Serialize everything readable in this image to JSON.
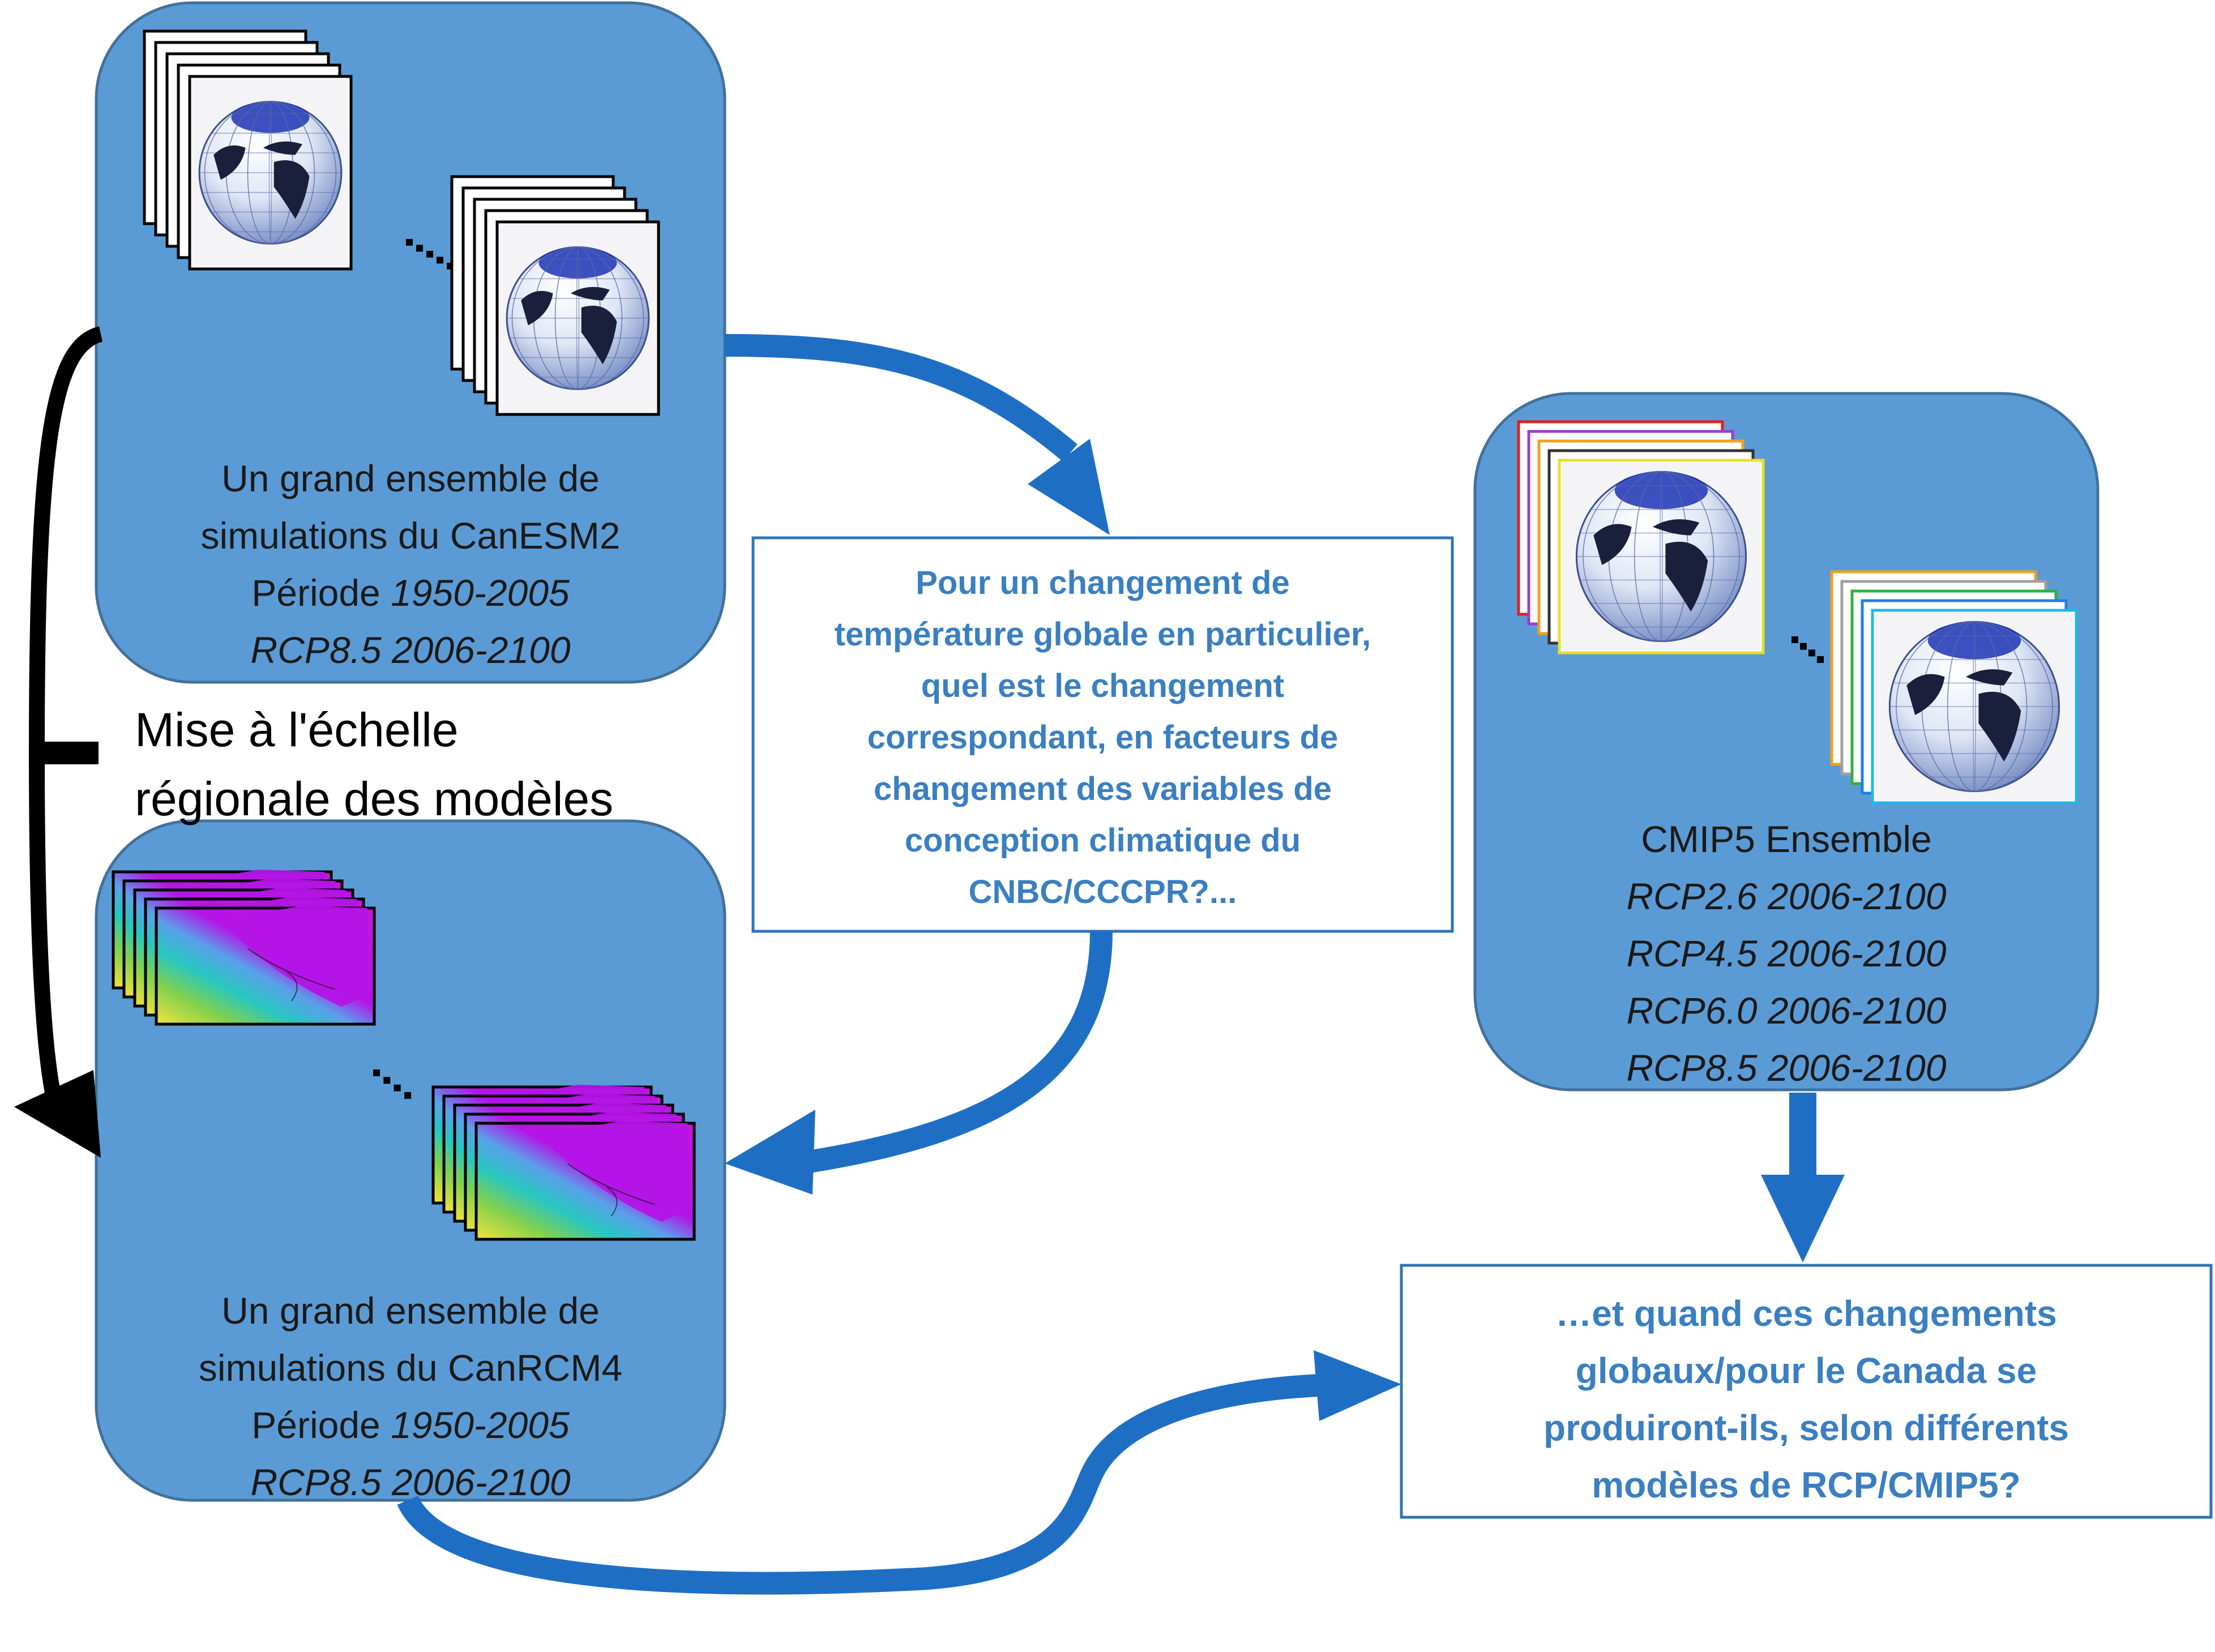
{
  "colors": {
    "panel_fill": "#5b9bd5",
    "panel_border": "#41719c",
    "arrow_blue": "#1e6fc4",
    "question_text": "#3a7fc1",
    "map_magenta": "#b414e6"
  },
  "icons": [
    "globe-icon",
    "regional-map-icon",
    "ellipsis-dots"
  ],
  "canesm2_panel": {
    "line1": "Un grand ensemble de",
    "line2": "simulations du CanESM2",
    "period_label": "Période",
    "period_years": "1950-2005",
    "rcp": "RCP8.5 2006-2100"
  },
  "canrcm4_panel": {
    "line1": "Un grand ensemble de",
    "line2": "simulations du CanRCM4",
    "period_label": "Période",
    "period_years": "1950-2005",
    "rcp": "RCP8.5 2006-2100"
  },
  "cmip5_panel": {
    "title": "CMIP5 Ensemble",
    "rcps": [
      "RCP2.6 2006-2100",
      "RCP4.5 2006-2100",
      "RCP6.0 2006-2100",
      "RCP8.5 2006-2100"
    ]
  },
  "downscaling_label": {
    "line1": "Mise à l'échelle",
    "line2": "régionale des modèles"
  },
  "question1": {
    "lines": [
      "Pour un changement de",
      "température globale en particulier,",
      "quel est le changement",
      "correspondant, en facteurs de",
      "changement des variables de",
      "conception climatique du",
      "CNBC/CCCPR?..."
    ]
  },
  "question2": {
    "lines": [
      "…et quand ces changements",
      "globaux/pour le Canada se",
      "produiront-ils, selon différents",
      "modèles de RCP/CMIP5?"
    ]
  }
}
